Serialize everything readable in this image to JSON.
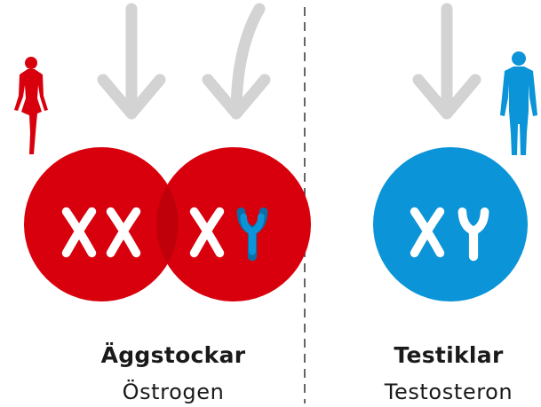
{
  "colors": {
    "female": "#d8000c",
    "female_overlap": "#bf000a",
    "male": "#0b94d8",
    "male_dark": "#0a6fa8",
    "arrow": "#d3d3d3",
    "divider": "#333333",
    "chromosome": "#ffffff"
  },
  "left": {
    "figure_icon": "female-figure-icon",
    "chromosomes": [
      "XX",
      "XY"
    ],
    "organ": "Äggstockar",
    "hormone": "Östrogen"
  },
  "right": {
    "figure_icon": "male-figure-icon",
    "chromosomes": [
      "XY"
    ],
    "organ": "Testiklar",
    "hormone": "Testosteron"
  }
}
